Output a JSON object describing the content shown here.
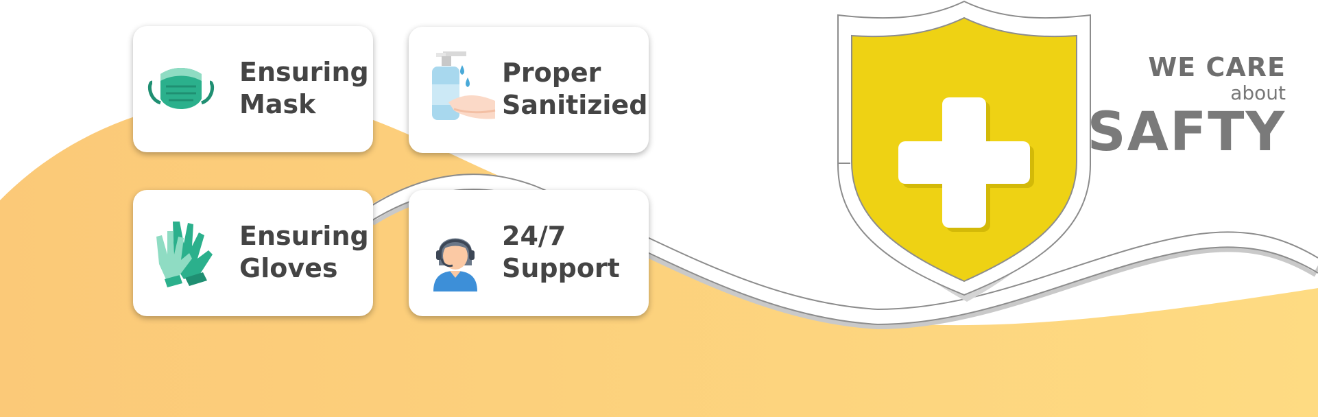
{
  "features": [
    {
      "line1": "Ensuring",
      "line2": "Mask",
      "icon": "face-mask-icon"
    },
    {
      "line1": "Proper",
      "line2": "Sanitizied",
      "icon": "hand-sanitizer-icon"
    },
    {
      "line1": "Ensuring",
      "line2": "Gloves",
      "icon": "gloves-icon"
    },
    {
      "line1": "24/7",
      "line2": "Support",
      "icon": "support-agent-icon"
    }
  ],
  "tagline": {
    "line1": "WE CARE",
    "line2": "about",
    "line3": "SAFTY"
  },
  "colors": {
    "wave": "#fdd27e",
    "shield": "#eed214",
    "mask": "#2bb08c",
    "text": "#444444",
    "tagline": "#6e6e6e"
  }
}
